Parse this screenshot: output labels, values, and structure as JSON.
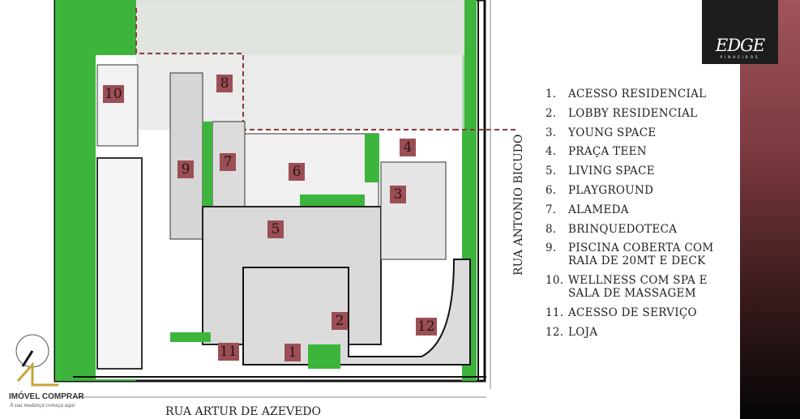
{
  "logo": {
    "name": "EDGE",
    "subtitle": "PINHEIROS"
  },
  "streets": {
    "right": "RUA ANTONIO BICUDO",
    "bottom": "RUA ARTUR DE AZEVEDO"
  },
  "watermark": {
    "brand": "IMÓVEL COMPRAR",
    "tagline": "A sua mudança começa aqui"
  },
  "plan_labels": [
    "1",
    "2",
    "3",
    "4",
    "5",
    "6",
    "7",
    "8",
    "9",
    "10",
    "11",
    "12"
  ],
  "legend": [
    {
      "n": "1.",
      "text": "ACESSO RESIDENCIAL"
    },
    {
      "n": "2.",
      "text": "LOBBY RESIDENCIAL"
    },
    {
      "n": "3.",
      "text": "YOUNG SPACE"
    },
    {
      "n": "4.",
      "text": "PRAÇA TEEN"
    },
    {
      "n": "5.",
      "text": "LIVING SPACE"
    },
    {
      "n": "6.",
      "text": "PLAYGROUND"
    },
    {
      "n": "7.",
      "text": "ALAMEDA"
    },
    {
      "n": "8.",
      "text": "BRINQUEDOTECA"
    },
    {
      "n": "9.",
      "text": "PISCINA COBERTA COM RAIA DE 20MT E DECK"
    },
    {
      "n": "10.",
      "text": "WELLNESS COM SPA E SALA DE MASSAGEM"
    },
    {
      "n": "11.",
      "text": "ACESSO DE SERVIÇO"
    },
    {
      "n": "12.",
      "text": "LOJA"
    }
  ],
  "colors": {
    "green": "#3db53d",
    "label": "#9b4f55",
    "dashed": "#8b3a3a"
  }
}
